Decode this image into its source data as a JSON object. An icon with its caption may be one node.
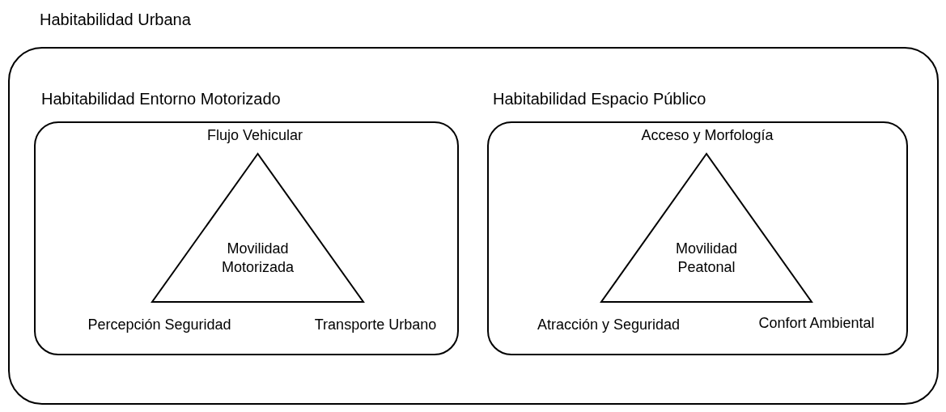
{
  "diagram": {
    "nodes": [
      {
        "text": [
          "Habitabilidad Urbana"
        ]
      },
      {
        "text": [
          "Habitabilidad Entorno Motorizado"
        ],
        "in": 0
      },
      {
        "text": [
          "Movilidad Motorizada"
        ],
        "in": 1,
        "beside": [
          "Flujo Vehicular",
          "Percepción Seguridad",
          "Transporte Urbano"
        ]
      },
      {
        "text": [
          "Habitabilidad Espacio Público"
        ],
        "in": 0
      },
      {
        "text": [
          "Movilidad Peatonal"
        ],
        "in": 3,
        "beside": [
          "Acceso y Morfología",
          "Atracción y Seguridad",
          "Confort Ambiental"
        ]
      }
    ]
  }
}
